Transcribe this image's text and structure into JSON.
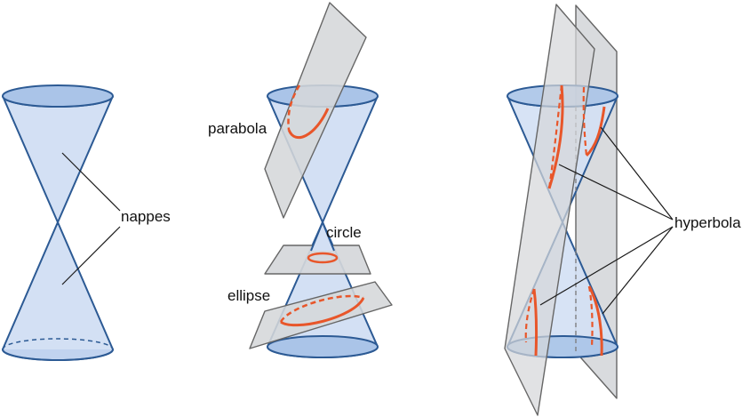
{
  "labels": {
    "nappes": "nappes",
    "parabola": "parabola",
    "circle": "circle",
    "ellipse": "ellipse",
    "hyperbola": "hyperbola"
  },
  "colors": {
    "cone_fill": "#d3e0f4",
    "cone_top_fill": "#aac4e8",
    "cone_outline": "#2c5a94",
    "plane_fill": "#d5d7da",
    "plane_outline": "#666666",
    "curve": "#e8562a",
    "leader": "#1a1a1a"
  }
}
